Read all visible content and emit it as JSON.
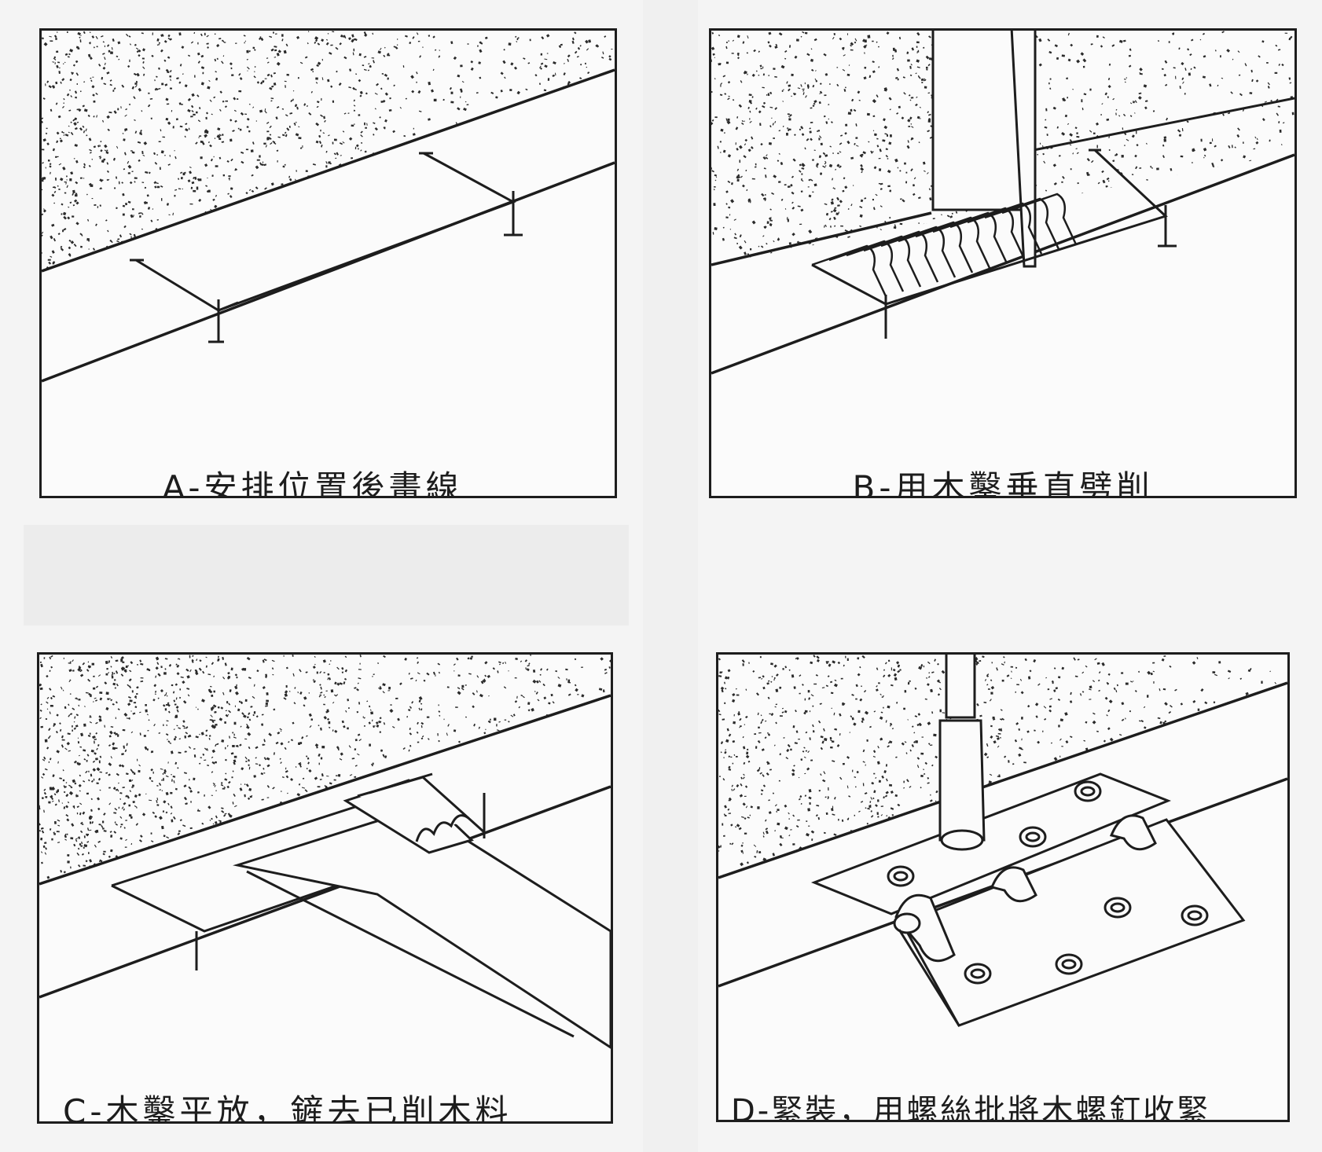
{
  "panels": {
    "a": {
      "caption": "A-安排位置後畫線"
    },
    "b": {
      "caption": "B-用木鑿垂直劈削"
    },
    "c": {
      "caption": "C-木鑿平放，鏟去已削木料"
    },
    "d": {
      "caption": "D-緊裝，用螺絲批將木螺釘收緊"
    }
  },
  "colors": {
    "ink": "#1d1d1d",
    "paper": "#fbfbfb",
    "stipple": "#2a2a2a"
  }
}
